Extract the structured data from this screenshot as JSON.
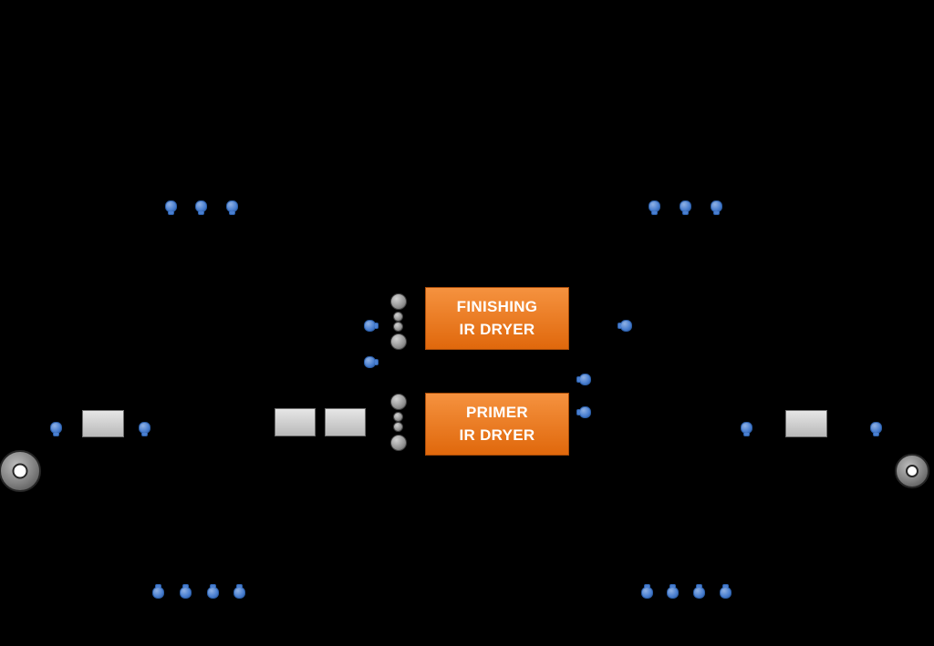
{
  "diagram": {
    "background": "#000000",
    "boxes": {
      "finishing_dryer": {
        "line1": "FINISHING",
        "line2": "IR DRYER"
      },
      "primer_dryer": {
        "line1": "PRIMER",
        "line2": "IR DRYER"
      }
    },
    "groups": {
      "top_left_nozzle_count": 3,
      "top_right_nozzle_count": 3,
      "bottom_left_nozzle_count": 4,
      "bottom_right_nozzle_count": 4,
      "roller_stack_count": 2,
      "station_count": 4,
      "web_roll_count": 2
    },
    "icons": {
      "nozzle-icon": "small blue rounded nozzle (css shape)",
      "roller-icon": "gray circle roller (css shape)",
      "station-block": "light gray rectangle (css shape)",
      "web-roll-icon": "gray ring with white core (css shape)"
    },
    "colors": {
      "background": "#000000",
      "dryer_fill_top": "#f5923f",
      "dryer_fill_bottom": "#e0680c",
      "dryer_border": "#a84b08",
      "dryer_text": "#ffffff",
      "nozzle_fill": "#4a7fd0",
      "nozzle_border": "#2b5ea8",
      "roller_fill": "#939393",
      "roller_border": "#3f3f3f",
      "station_fill": "#e6e6e6",
      "station_border": "#6f6f6f",
      "roll_ring": "#808080",
      "roll_core": "#ffffff"
    }
  }
}
